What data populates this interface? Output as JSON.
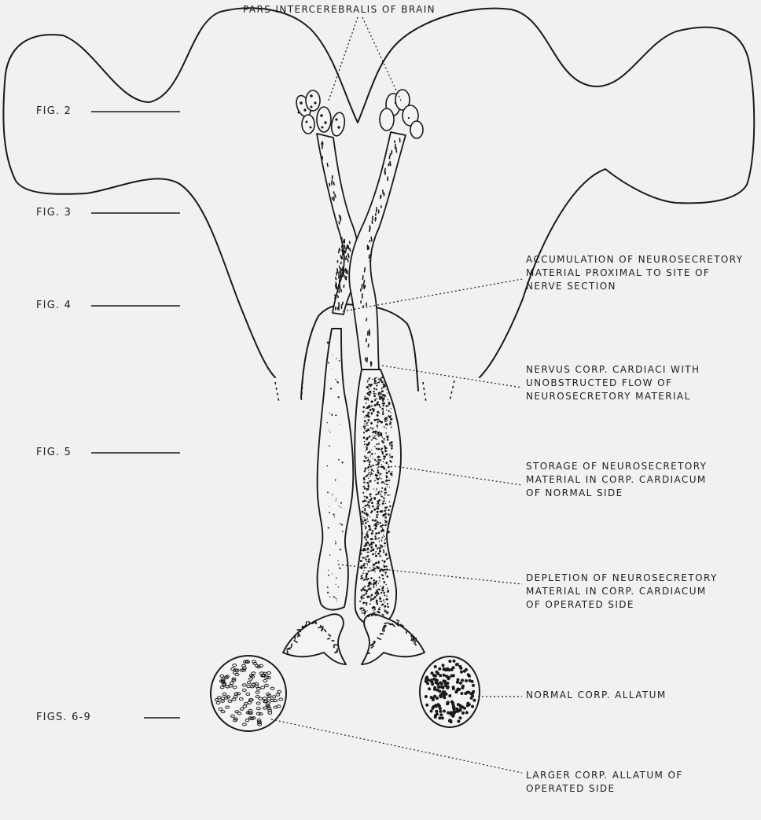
{
  "labels": {
    "pars": "PARS INTERCEREBRALIS OF BRAIN",
    "accumulation": [
      "ACCUMULATION OF NEUROSECRETORY",
      "MATERIAL PROXIMAL TO SITE OF",
      "NERVE SECTION"
    ],
    "nervus": [
      "NERVUS CORP. CARDIACI WITH",
      "UNOBSTRUCTED FLOW OF",
      "NEUROSECRETORY MATERIAL"
    ],
    "storage": [
      "STORAGE OF NEUROSECRETORY",
      "MATERIAL IN CORP. CARDIACUM",
      "OF NORMAL SIDE"
    ],
    "depletion": [
      "DEPLETION OF NEUROSECRETORY",
      "MATERIAL IN CORP. CARDIACUM",
      "OF OPERATED SIDE"
    ],
    "normal_allatum": "NORMAL CORP. ALLATUM",
    "larger_allatum": [
      "LARGER CORP. ALLATUM OF",
      "OPERATED SIDE"
    ]
  },
  "figures": {
    "fig2": "FIG. 2",
    "fig3": "FIG. 3",
    "fig4": "FIG. 4",
    "fig5": "FIG. 5",
    "figs69": "FIGS. 6-9"
  }
}
